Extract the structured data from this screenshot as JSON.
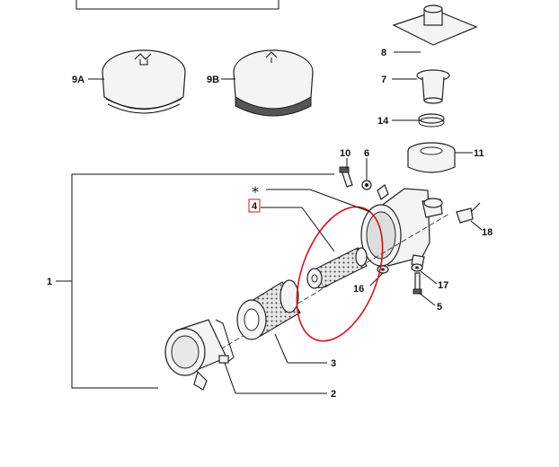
{
  "header": {
    "title_fragment": ""
  },
  "labels": {
    "l1": "1",
    "l2": "2",
    "l3": "3",
    "l4": "4",
    "l5": "5",
    "l6": "6",
    "l7": "7",
    "l8": "8",
    "l9a": "9A",
    "l9b": "9B",
    "l10": "10",
    "l11": "11",
    "l14": "14",
    "l16": "16",
    "l17": "17",
    "l18": "18",
    "star": "*"
  },
  "colors": {
    "highlight": "#d0141e",
    "line": "#111111"
  }
}
